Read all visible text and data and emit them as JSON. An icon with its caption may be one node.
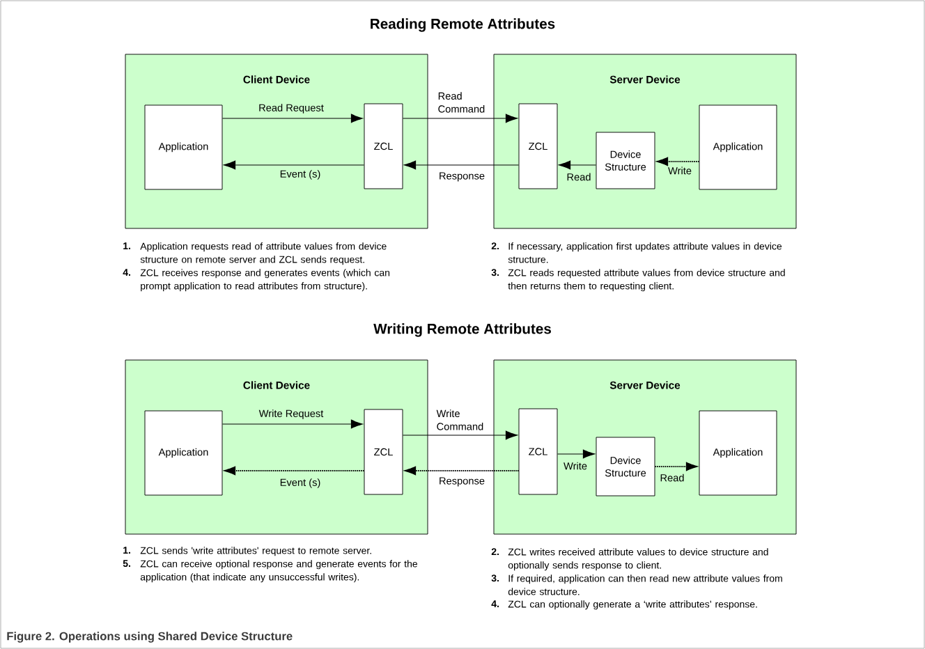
{
  "diagram": {
    "caption": "Figure 2.  Operations using Shared Device Structure",
    "nodes": [
      {
        "text": [
          "Client Device"
        ]
      },
      {
        "text": [
          "Application"
        ],
        "in": 0
      },
      {
        "text": [
          "ZCL"
        ],
        "in": 0
      },
      {
        "text": [
          "Server Device"
        ]
      },
      {
        "text": [
          "ZCL"
        ],
        "in": 3
      },
      {
        "text": [
          "Device Structure"
        ],
        "in": 3
      },
      {
        "text": [
          "Application"
        ],
        "in": 3
      },
      {
        "text": [
          "Client Device"
        ]
      },
      {
        "text": [
          "Application"
        ],
        "in": 7
      },
      {
        "text": [
          "ZCL"
        ],
        "in": 7
      },
      {
        "text": [
          "Server Device"
        ]
      },
      {
        "text": [
          "ZCL"
        ],
        "in": 10
      },
      {
        "text": [
          "Device Structure"
        ],
        "in": 10
      },
      {
        "text": [
          "Application"
        ],
        "in": 10
      }
    ],
    "edges": [
      {
        "from": 1,
        "to": 2,
        "arrow": "to",
        "label": "Read Request"
      },
      {
        "from": 2,
        "to": 1,
        "arrow": "to",
        "label": "Event (s)"
      },
      {
        "from": 2,
        "to": 4,
        "arrow": "to",
        "label": "Read Command"
      },
      {
        "from": 4,
        "to": 2,
        "arrow": "to",
        "label": "Response"
      },
      {
        "from": 5,
        "to": 4,
        "arrow": "to",
        "label": "Read"
      },
      {
        "from": 6,
        "to": 5,
        "arrow": "to",
        "label": "Write",
        "style": "dashed"
      },
      {
        "from": 8,
        "to": 9,
        "arrow": "to",
        "label": "Write Request"
      },
      {
        "from": 9,
        "to": 8,
        "arrow": "to",
        "label": "Event (s)",
        "style": "dashed"
      },
      {
        "from": 9,
        "to": 11,
        "arrow": "to",
        "label": "Write Command"
      },
      {
        "from": 11,
        "to": 9,
        "arrow": "to",
        "label": "Response",
        "style": "dashed"
      },
      {
        "from": 11,
        "to": 12,
        "arrow": "to",
        "label": "Write"
      },
      {
        "from": 12,
        "to": 13,
        "arrow": "to",
        "label": "Read",
        "style": "dashed"
      }
    ],
    "labels": [
      "Reading Remote Attributes",
      "1.",
      "Application requests read of attribute values from device structure on remote server and ZCL sends request.",
      "4.",
      "ZCL receives response and generates events (which can prompt application to read attributes from structure).",
      "2.",
      "If necessary, application first updates attribute values in device structure.",
      "3.",
      "ZCL reads requested attribute values from device structure and then returns them to requesting client.",
      "Writing Remote Attributes",
      "1.",
      "ZCL sends 'write attributes' request to remote server.",
      "5.",
      "ZCL can receive optional response and generate events for the application (that indicate any unsuccessful writes).",
      "2.",
      "ZCL writes received attribute values to device structure and optionally sends response to client.",
      "3.",
      "If required, application can then read new attribute values from device structure.",
      "4.",
      "ZCL can optionally generate a ‘write attributes’ response."
    ]
  }
}
